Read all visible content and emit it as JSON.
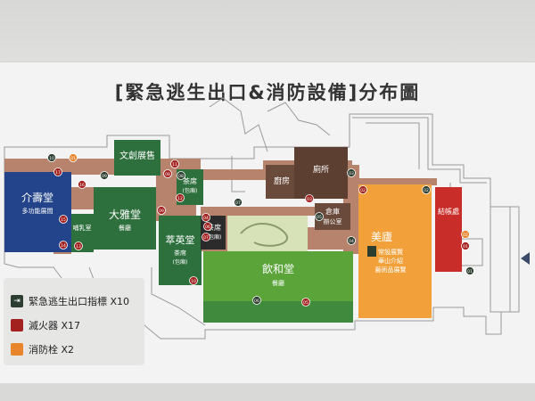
{
  "title": "[緊急逃生出口&消防設備]分布圖",
  "rooms": {
    "jieshi": {
      "name": "介壽堂",
      "sub": "多功能展間"
    },
    "cultural": {
      "name": "文創展售"
    },
    "daya": {
      "name": "大雅堂",
      "sub": "餐廳"
    },
    "nursing": {
      "name": "哺乳室"
    },
    "tea1": {
      "name": "茶席",
      "sub": "(包廂)"
    },
    "kitchen": {
      "name": "廚房"
    },
    "toilet": {
      "name": "廁所"
    },
    "warehouse": {
      "name": "倉庫",
      "sub": "辦公室"
    },
    "cuiying": {
      "name": "萃英堂",
      "sub1": "茶席",
      "sub2": "(包廂)"
    },
    "tea2": {
      "name": "茶席",
      "sub": "(包廂)"
    },
    "yinhe": {
      "name": "飲和堂",
      "sub": "餐廳"
    },
    "museum": {
      "name": "美廬",
      "sub1": "常設展覽",
      "sub2": "華山介紹",
      "sub3": "藝術品展覽"
    },
    "checkout": {
      "name": "結帳處"
    }
  },
  "exit_markers": [
    "01",
    "02",
    "03",
    "04",
    "05",
    "06",
    "07",
    "08",
    "09",
    "10"
  ],
  "extinguisher_markers": [
    "01",
    "02",
    "03",
    "04",
    "05",
    "06",
    "07",
    "08",
    "09",
    "10",
    "11",
    "12",
    "13",
    "14",
    "15",
    "16",
    "17"
  ],
  "hydrant_markers": [
    "01",
    "02"
  ],
  "legend": {
    "exit": "緊急逃生出口指標 X10",
    "extinguisher": "滅火器 X17",
    "hydrant": "消防栓 X2"
  },
  "colors": {
    "exit": "#2c3e2f",
    "extinguisher": "#a3211f",
    "hydrant": "#e8842c",
    "jieshi": "#23448a",
    "green_dark": "#2e6f3e",
    "green_mid": "#3f8a3c",
    "green_light": "#5aa43a",
    "brown": "#6a4a3a",
    "corridor": "#b8836c",
    "museum": "#f2a03a",
    "checkout": "#c92d2a"
  }
}
